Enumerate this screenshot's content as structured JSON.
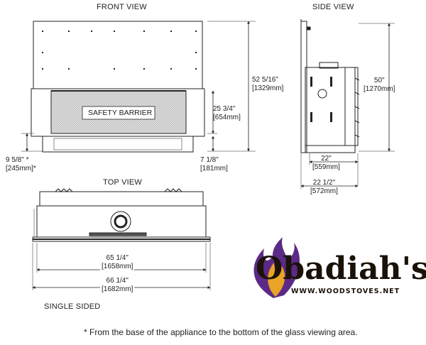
{
  "views": {
    "front": "FRONT VIEW",
    "side": "SIDE VIEW",
    "top": "TOP VIEW"
  },
  "barrier_label": "SAFETY BARRIER",
  "dimensions": {
    "overall_height_in": "52 5/16\"",
    "overall_height_mm": "[1329mm]",
    "glass_height_in": "25 3/4\"",
    "glass_height_mm": "[654mm]",
    "glass_base_in": "9 5/8\" *",
    "glass_base_mm": "[245mm]*",
    "base_height_in": "7 1/8\"",
    "base_height_mm": "[181mm]",
    "side_height_in": "50\"",
    "side_height_mm": "[1270mm]",
    "depth_in": "22\"",
    "depth_mm": "[559mm]",
    "depth_total_in": "22 1/2\"",
    "depth_total_mm": "[572mm]",
    "width_inner_in": "65 1/4\"",
    "width_inner_mm": "[1658mm]",
    "width_outer_in": "66 1/4\"",
    "width_outer_mm": "[1682mm]"
  },
  "single_sided": "SINGLE SIDED",
  "footnote": "* From the base of the appliance to the bottom of the glass viewing area.",
  "logo": {
    "name": "Obadiah's",
    "url": "WWW.WOODSTOVES.NET",
    "colors": {
      "purple": "#5b2a86",
      "orange": "#e9a326",
      "text": "#1a1208"
    }
  }
}
